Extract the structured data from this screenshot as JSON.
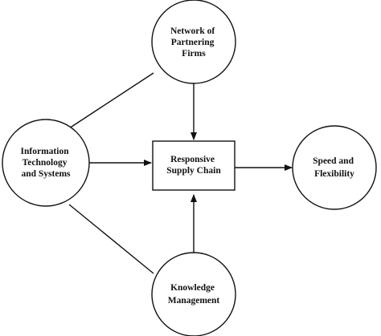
{
  "nodes": {
    "network": {
      "lines": [
        "Network of",
        "Partnering",
        "Firms"
      ]
    },
    "infotech": {
      "lines": [
        "Information",
        "Technology",
        "and Systems"
      ]
    },
    "responsive": {
      "lines": [
        "Responsive",
        "Supply Chain"
      ]
    },
    "speed": {
      "lines": [
        "Speed and",
        "Flexibility"
      ]
    },
    "knowledge": {
      "lines": [
        "Knowledge",
        "Management"
      ]
    }
  }
}
